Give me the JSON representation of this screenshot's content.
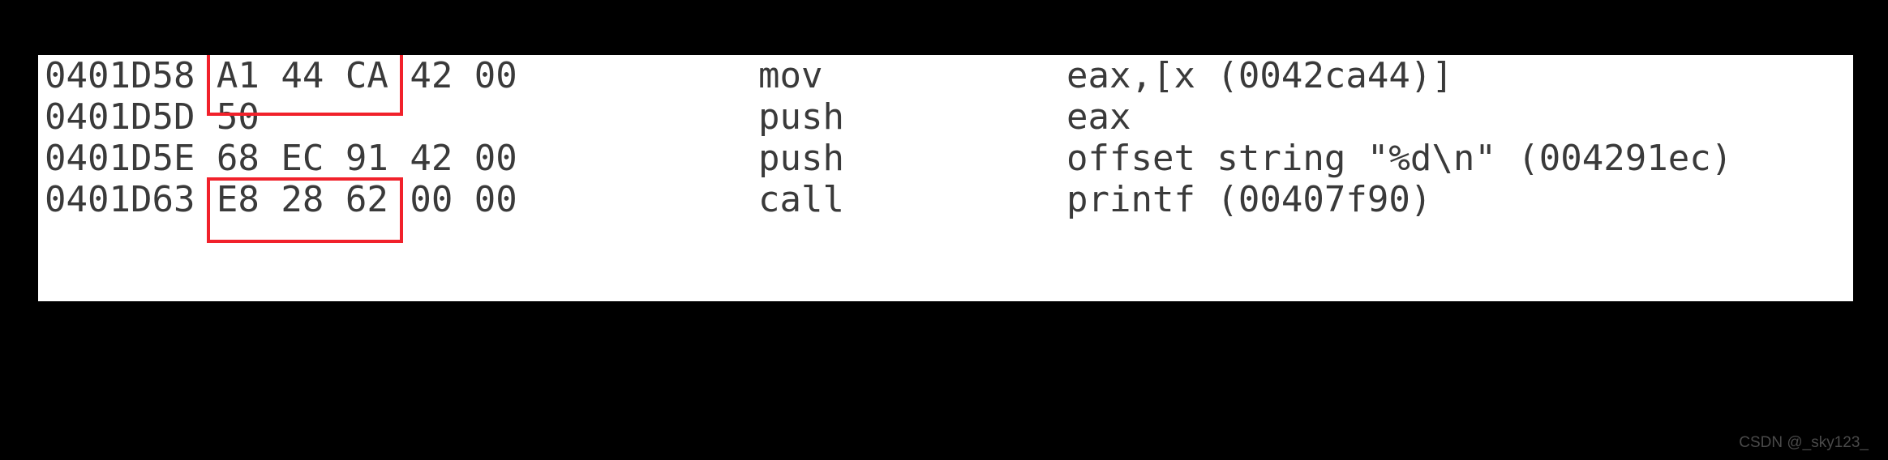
{
  "panel": {
    "background_color": "#ffffff",
    "text_color": "#3a3a3a",
    "page_background_color": "#000000"
  },
  "columns": {
    "address_bytes": "address-and-opcode-bytes",
    "mnemonic": "mnemonic",
    "operands": "operands"
  },
  "listing": [
    {
      "address": "0401D58",
      "bytes_prefix": "A1",
      "bytes_highlighted": "44 CA 42 00",
      "bytes_full": "0401D58 A1 44 CA 42 00",
      "mnemonic": "mov",
      "operands": "eax,[x (0042ca44)]",
      "highlighted": true
    },
    {
      "address": "0401D5D",
      "bytes_prefix": "50",
      "bytes_highlighted": "",
      "bytes_full": "0401D5D 50",
      "mnemonic": "push",
      "operands": "eax",
      "highlighted": false
    },
    {
      "address": "0401D5E",
      "bytes_prefix": "68",
      "bytes_highlighted": "EC 91 42 00",
      "bytes_full": "0401D5E 68 EC 91 42 00",
      "mnemonic": "push",
      "operands": "offset string \"%d\\n\" (004291ec)",
      "highlighted": true
    },
    {
      "address": "0401D63",
      "bytes_prefix": "E8",
      "bytes_highlighted": "",
      "bytes_full": "0401D63 E8 28 62 00 00",
      "mnemonic": "call",
      "operands": "printf (00407f90)",
      "highlighted": false
    }
  ],
  "annotations": {
    "color": "#f1212b",
    "boxes": [
      {
        "target_line": 0,
        "target_text": "44 CA 42 00"
      },
      {
        "target_line": 2,
        "target_text": "EC 91 42 00"
      }
    ]
  },
  "watermark": {
    "text": "CSDN @_sky123_"
  }
}
